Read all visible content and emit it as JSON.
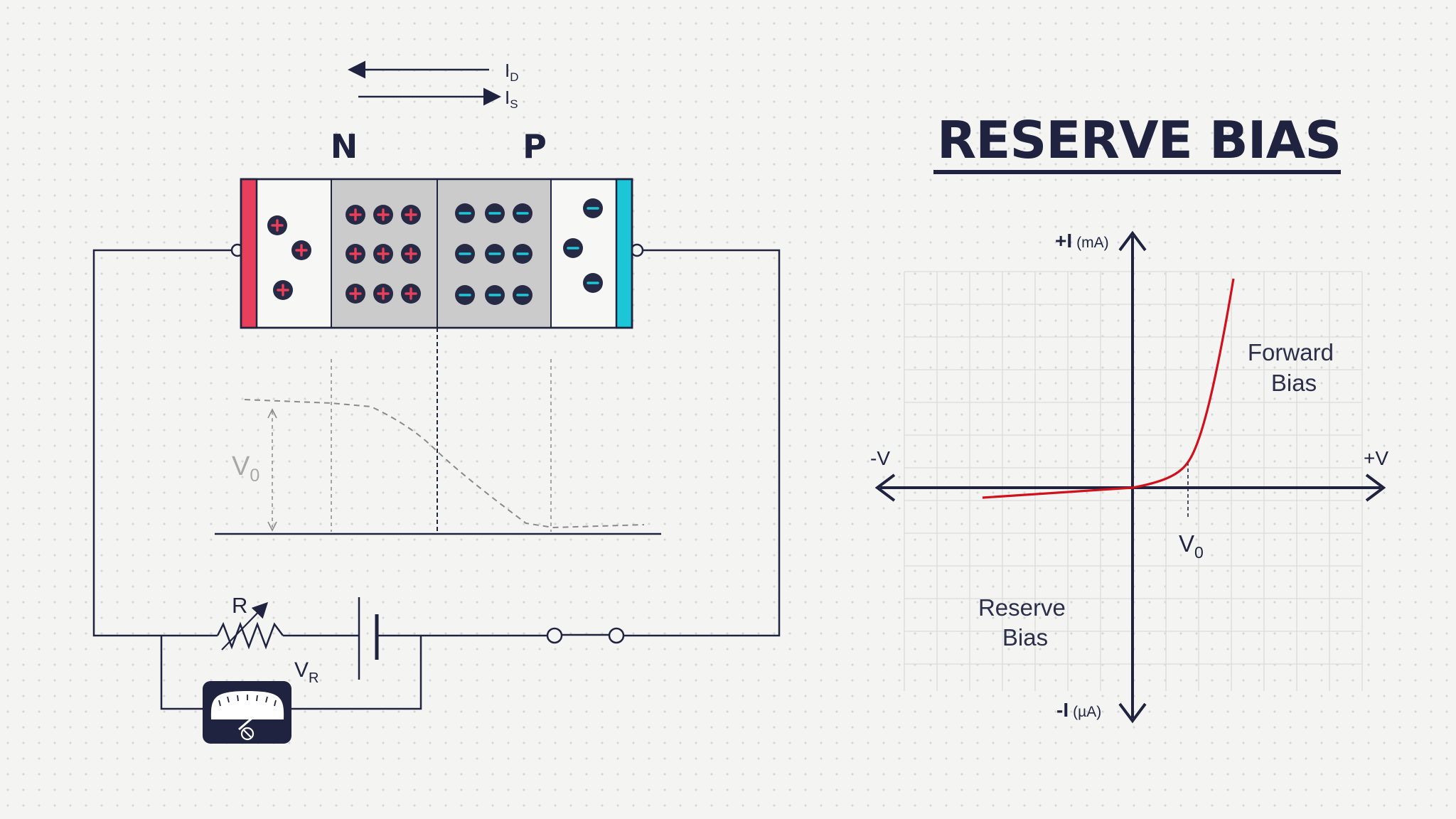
{
  "diagram": {
    "current_arrows": {
      "drift": "I",
      "drift_sub": "D",
      "diffusion": "I",
      "diffusion_sub": "S"
    },
    "regions": {
      "n": "N",
      "p": "P"
    },
    "barrier": {
      "label": "V",
      "sub": "0"
    },
    "resistor": {
      "label": "R"
    },
    "voltmeter": {
      "label": "V",
      "sub": "R"
    }
  },
  "title": "RESERVE BIAS",
  "chart_data": {
    "type": "line",
    "title": "RESERVE BIAS",
    "x_axis": {
      "negative_label": "-V",
      "positive_label": "+V"
    },
    "y_axis": {
      "positive_label": "+I",
      "positive_unit": "(mA)",
      "negative_label": "-I",
      "negative_unit": "(µA)"
    },
    "marker": {
      "label": "V",
      "sub": "0"
    },
    "regions": [
      {
        "name": "forward",
        "label_line1": "Forward",
        "label_line2": "Bias"
      },
      {
        "name": "reverse",
        "label_line1": "Reserve",
        "label_line2": "Bias"
      }
    ],
    "grid": true,
    "curve_color": "#d0101b"
  },
  "colors": {
    "positive": "#e8405a",
    "negative": "#1cc6d6",
    "ink": "#1f2340",
    "curve": "#d0101b"
  }
}
